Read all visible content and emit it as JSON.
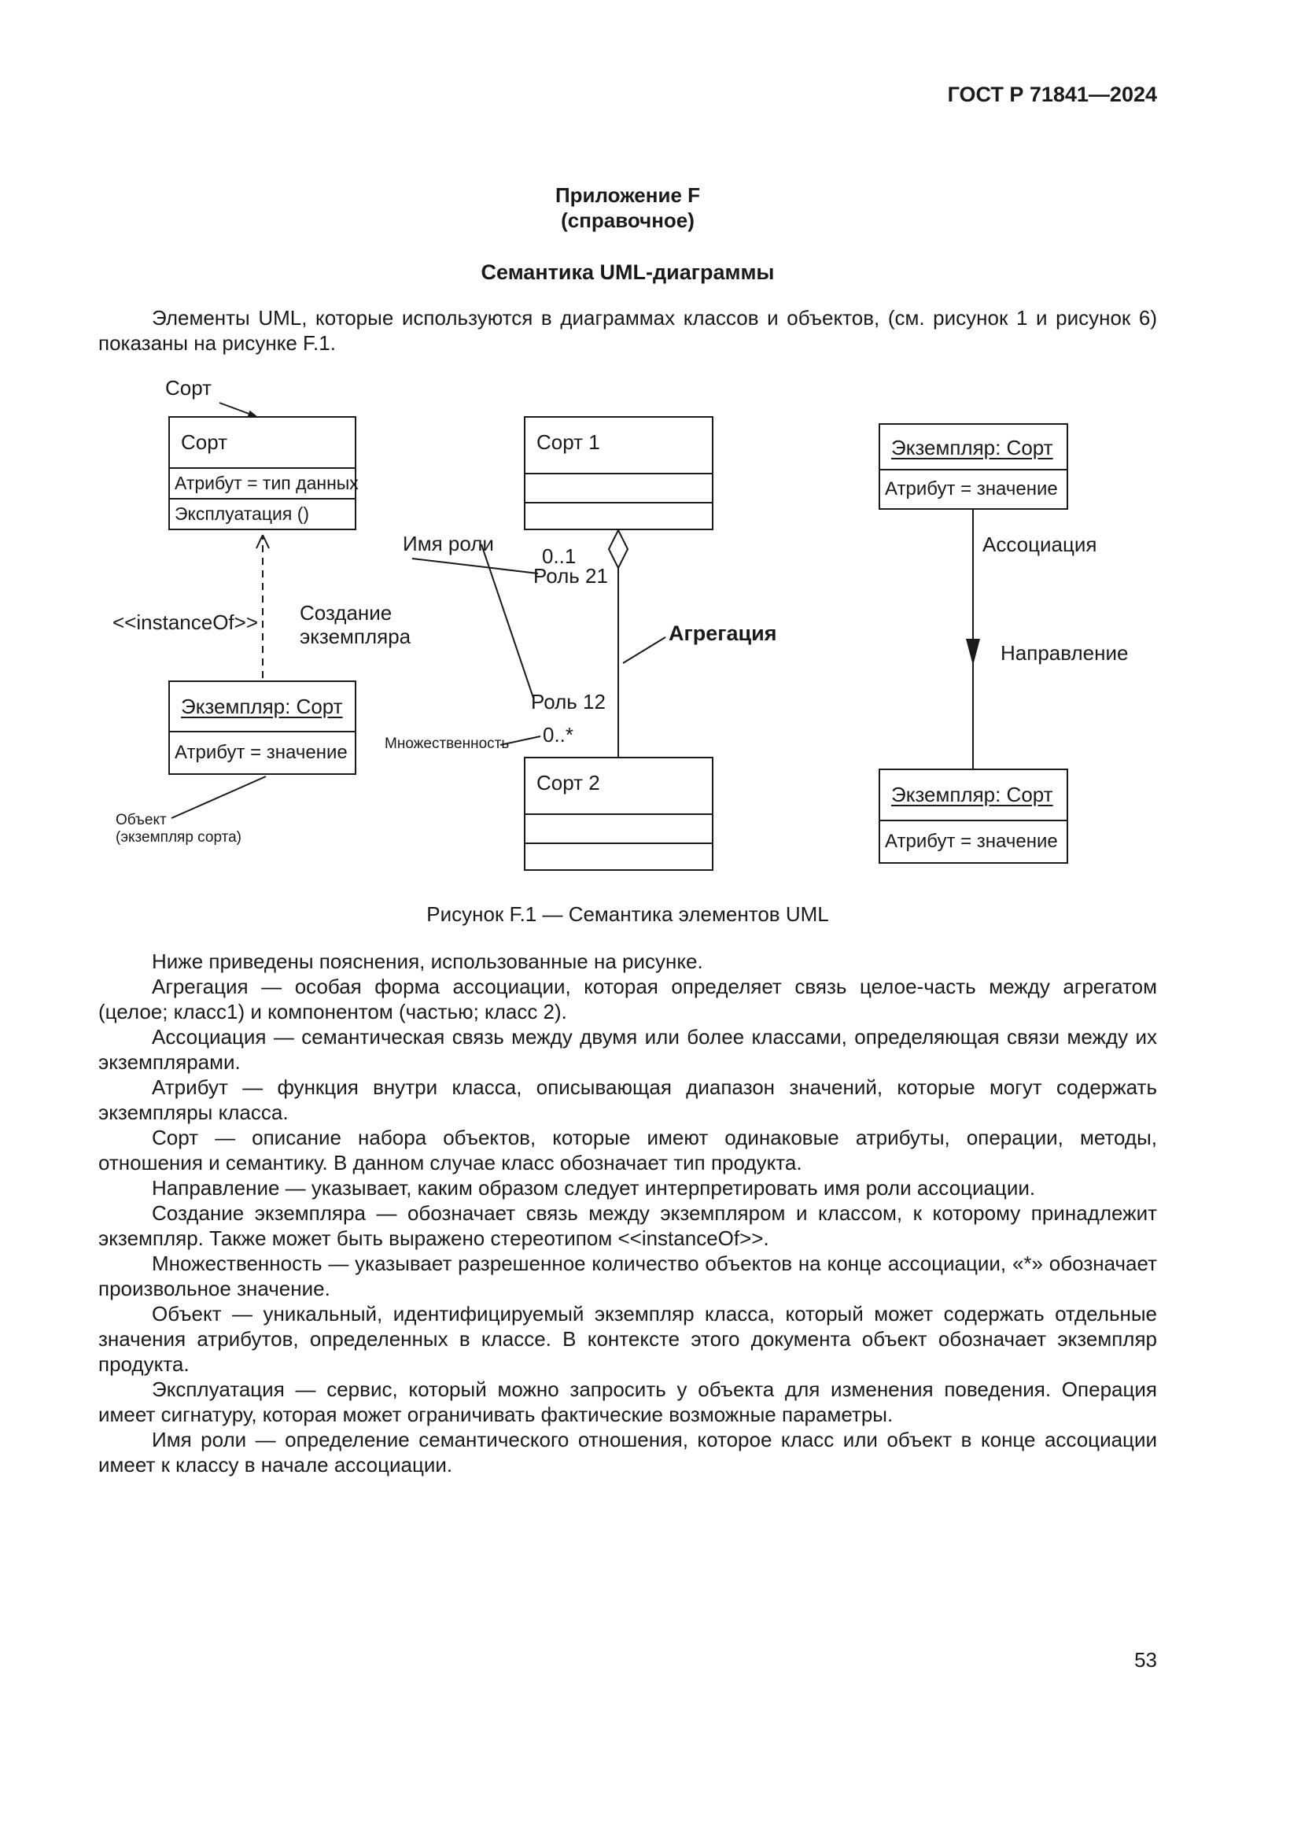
{
  "doc": {
    "header": "ГОСТ Р 71841—2024",
    "page_number": "53"
  },
  "appendix": {
    "label": "Приложение F",
    "kind": "(справочное)",
    "title": "Семантика UML-диаграммы"
  },
  "intro": "Элементы UML, которые используются в диаграммах классов и объектов, (см. рисунок 1 и рисунок 6) показаны на рисунке F.1.",
  "figure": {
    "caption": "Рисунок F.1 — Семантика элементов UML",
    "sort_class": {
      "pointer_label": "Сорт",
      "title": "Сорт",
      "attribute": "Атрибут = тип данных",
      "operation": "Эксплуатация ()"
    },
    "instantiation": {
      "stereotype": "<<instanceOf>>",
      "label_line1": "Создание",
      "label_line2": "экземпляра"
    },
    "left_instance": {
      "title": "Экземпляр: Сорт",
      "attribute": "Атрибут = значение"
    },
    "object_note": {
      "line1": "Объект",
      "line2": "(экземпляр сорта)"
    },
    "sort1": {
      "title": "Сорт 1"
    },
    "sort2": {
      "title": "Сорт 2"
    },
    "roles": {
      "role_name_label": "Имя роли",
      "multiplicity_top": "0..1",
      "role_top": "Роль 21",
      "role_bottom": "Роль 12",
      "multiplicity_bottom": "0..*",
      "multiplicity_label": "Множественность"
    },
    "aggregation_label": "Агрегация",
    "association": {
      "label": "Ассоциация",
      "direction_label": "Направление"
    },
    "top_right_instance": {
      "title": "Экземпляр: Сорт",
      "attribute": "Атрибут = значение"
    },
    "bottom_right_instance": {
      "title": "Экземпляр: Сорт",
      "attribute": "Атрибут = значение"
    }
  },
  "body": {
    "paragraphs": [
      "Ниже приведены пояснения, использованные на рисунке.",
      "Агрегация — особая форма ассоциации, которая определяет связь целое-часть между агрегатом (целое; класс1) и компонентом (частью; класс 2).",
      "Ассоциация — семантическая связь между двумя или более классами, определяющая связи между их экземплярами.",
      "Атрибут — функция внутри класса, описывающая диапазон значений, которые могут содержать экземпляры класса.",
      "Сорт — описание набора объектов, которые имеют одинаковые атрибуты, операции, методы, отношения и семантику. В данном случае класс обозначает тип продукта.",
      "Направление — указывает, каким образом следует интерпретировать имя роли ассоциации.",
      "Создание экземпляра — обозначает связь между экземпляром и классом, к которому принадлежит экземпляр. Также может быть выражено стереотипом <<instanceOf>>.",
      "Множественность — указывает разрешенное количество объектов на конце ассоциации, «*» обозначает произвольное значение.",
      "Объект — уникальный, идентифицируемый экземпляр класса, который может содержать отдельные значения атрибутов, определенных в классе. В контексте этого документа объект обозначает экземпляр продукта.",
      "Эксплуатация — сервис, который можно запросить у объекта для изменения поведения. Операция имеет сигнатуру, которая может ограничивать фактические возможные параметры.",
      "Имя роли — определение семантического отношения, которое класс или объект в конце ассоциации имеет к классу в начале ассоциации."
    ]
  }
}
